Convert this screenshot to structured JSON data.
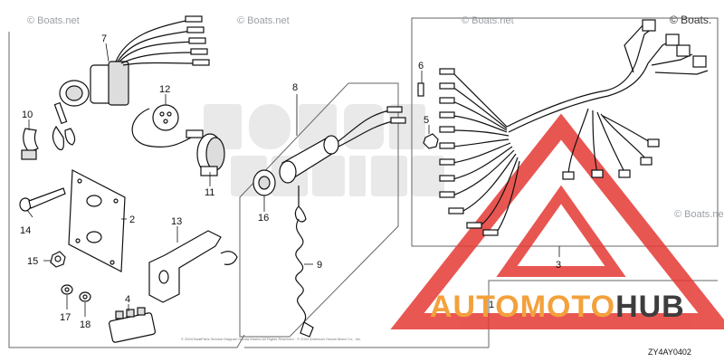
{
  "callouts": {
    "c1": "1",
    "c2": "2",
    "c3": "3",
    "c4": "4",
    "c5": "5",
    "c6": "6",
    "c7": "7",
    "c8": "8",
    "c9": "9",
    "c10": "10",
    "c11": "11",
    "c12": "12",
    "c13": "13",
    "c14": "14",
    "c15": "15",
    "c16": "16",
    "c17": "17",
    "c18": "18"
  },
  "watermarks": {
    "top_right": "© Boats.",
    "faded": "© Boats.net"
  },
  "diagram_code": "ZY4AY0402",
  "footer_fine_print": "© 2004 BoatParts Service Diagram Honda Marine All Rights Reserved  ·  © 2004 American Honda Motor Co., Inc.",
  "logo": {
    "part_a": "AUTOMOTO",
    "part_b": "HUB",
    "color_a": "#f3a13c",
    "color_b": "#3d3d3d",
    "triangle_color": "#e53935"
  },
  "colors": {
    "line": "#111111",
    "box": "#666666"
  }
}
